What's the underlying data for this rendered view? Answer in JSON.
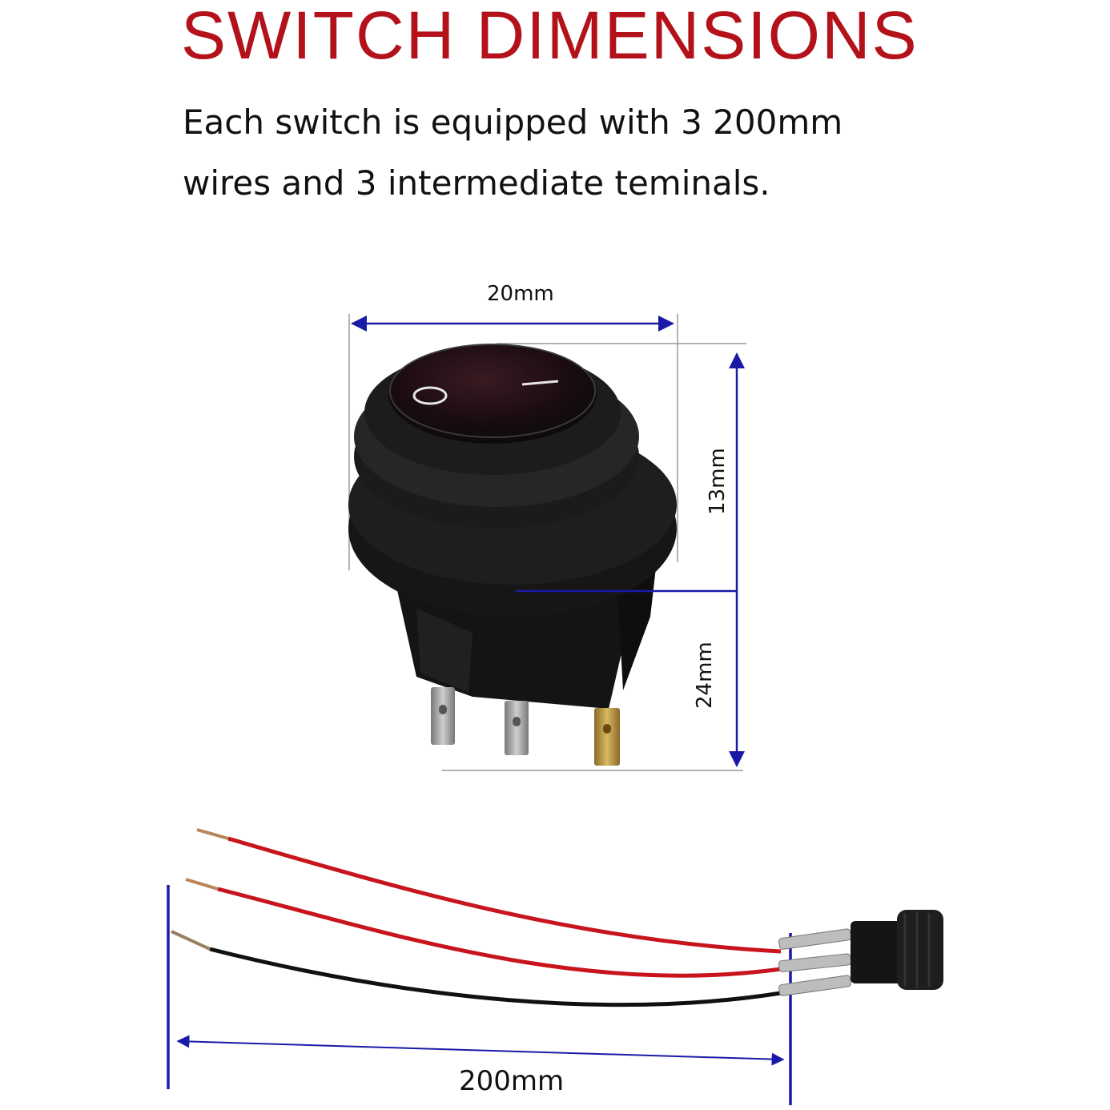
{
  "title": "SWITCH DIMENSIONS",
  "description": {
    "line1": "Each switch is equipped with 3 200mm",
    "line2": "wires and 3 intermediate teminals."
  },
  "dimensions": {
    "width": "20mm",
    "height_top": "13mm",
    "height_bottom": "24mm",
    "wire_length": "200mm"
  },
  "switch_symbols": {
    "off": "O",
    "on": "I"
  },
  "colors": {
    "title": "#b3121b",
    "dimension_line": "#1a1aa8",
    "switch_body": "#111111",
    "wire_red": "#c8141c",
    "wire_black": "#111111"
  }
}
